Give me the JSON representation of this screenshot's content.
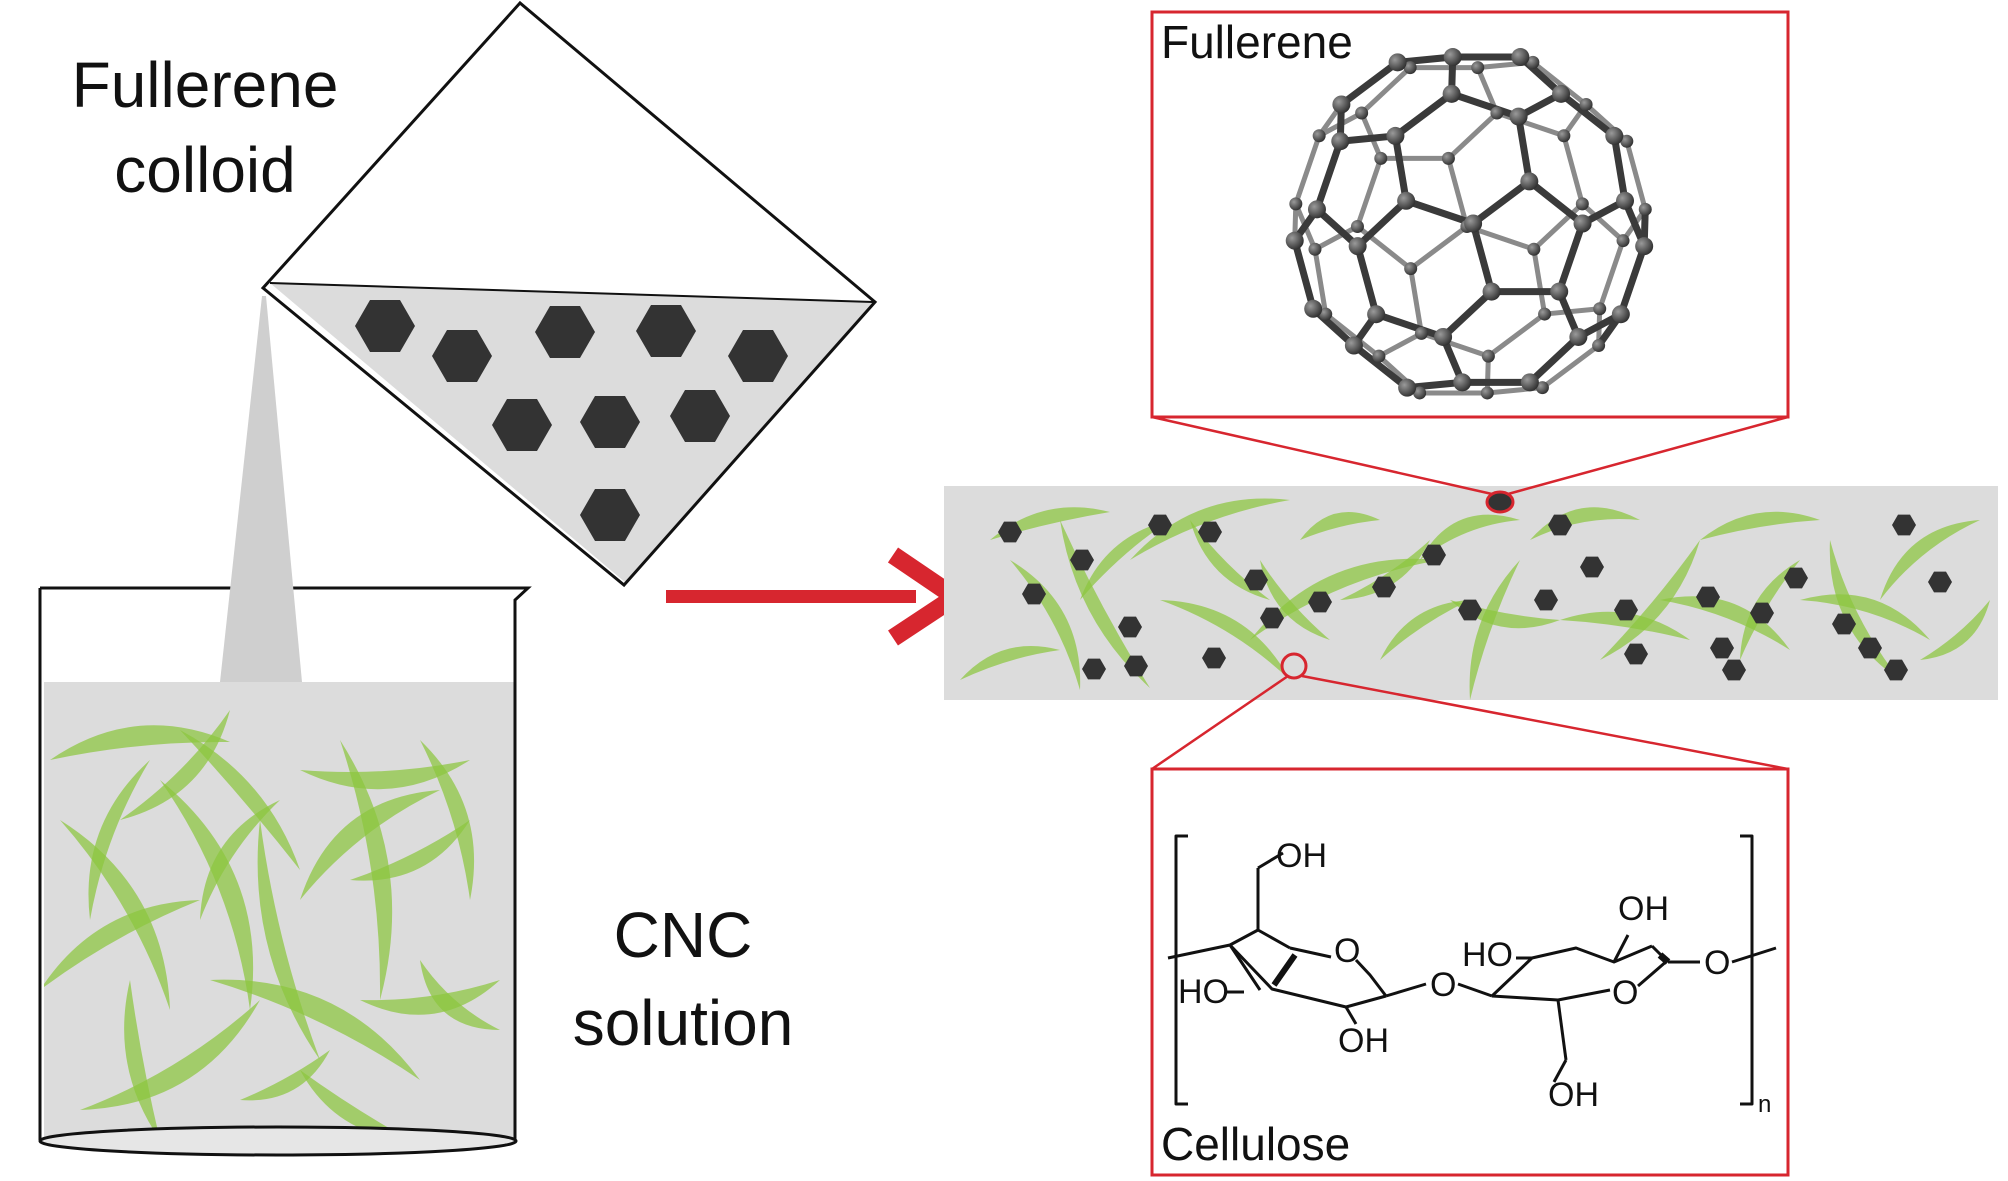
{
  "labels": {
    "fullerene_colloid_line1": "Fullerene",
    "fullerene_colloid_line2": "colloid",
    "cnc_solution_line1": "CNC",
    "cnc_solution_line2": "solution",
    "fullerene_box": "Fullerene",
    "cellulose_box": "Cellulose"
  },
  "chemistry": {
    "oh_top_left": "OH",
    "o_ring_left": "O",
    "ho_left": "HO",
    "oh_bottom_left": "OH",
    "o_bridge": "O",
    "ho_mid": "HO",
    "oh_top_right": "OH",
    "o_ring_right": "O",
    "o_right": "O",
    "oh_bottom_right": "OH",
    "n_subscript": "n"
  },
  "colors": {
    "accent_red": "#d7262f",
    "fiber_green": "#8cc63f",
    "liquid_gray": "#dcdcdc",
    "particle_dark": "#333333"
  }
}
